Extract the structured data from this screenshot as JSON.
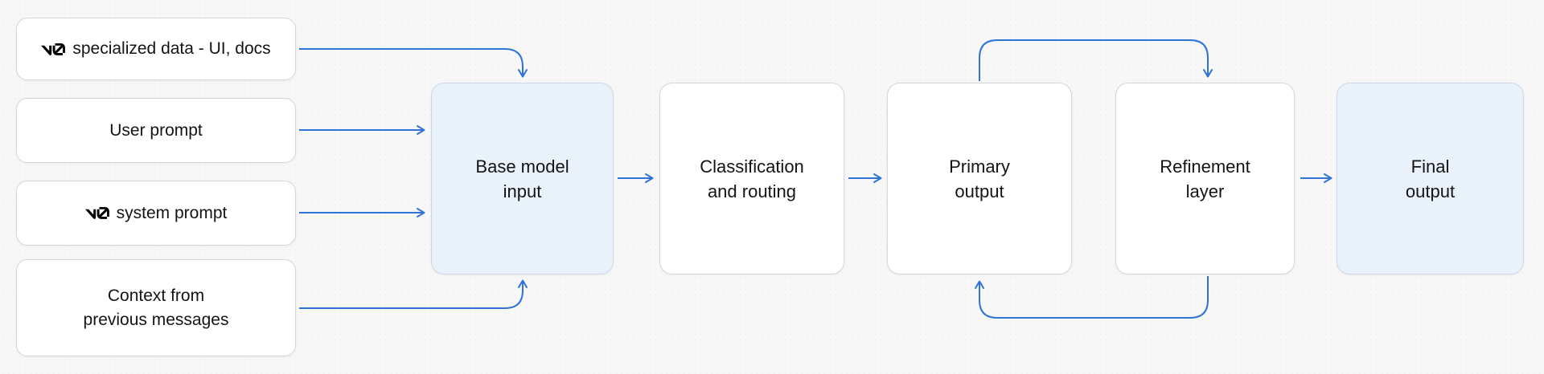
{
  "diagram": {
    "title": "v0 model pipeline flow",
    "colors": {
      "background": "#f7f7f7",
      "edge_blue": "#2f72d8",
      "node_fill": "#ffffff",
      "node_border": "#d6d6d6",
      "highlight_fill": "#e9f1fb",
      "highlight_border": "#ccd8e9",
      "text": "#141414"
    },
    "inputs": [
      {
        "id": "specialized-data",
        "icon": "v0-logo",
        "label": "specialized data - UI, docs"
      },
      {
        "id": "user-prompt",
        "icon": null,
        "label": "User prompt"
      },
      {
        "id": "system-prompt",
        "icon": "v0-logo",
        "label": "system prompt"
      },
      {
        "id": "context",
        "icon": null,
        "label": "Context from\nprevious messages"
      }
    ],
    "stages": [
      {
        "id": "base-model-input",
        "label": "Base model\ninput",
        "highlighted": true
      },
      {
        "id": "classification-routing",
        "label": "Classification\nand routing",
        "highlighted": false
      },
      {
        "id": "primary-output",
        "label": "Primary\noutput",
        "highlighted": false
      },
      {
        "id": "refinement-layer",
        "label": "Refinement\nlayer",
        "highlighted": false
      },
      {
        "id": "final-output",
        "label": "Final\noutput",
        "highlighted": true
      }
    ],
    "edges": [
      {
        "from": "specialized-data",
        "to": "base-model-input",
        "enters": "top"
      },
      {
        "from": "user-prompt",
        "to": "base-model-input",
        "enters": "left"
      },
      {
        "from": "system-prompt",
        "to": "base-model-input",
        "enters": "left"
      },
      {
        "from": "context",
        "to": "base-model-input",
        "enters": "bottom"
      },
      {
        "from": "base-model-input",
        "to": "classification-routing",
        "enters": "left"
      },
      {
        "from": "classification-routing",
        "to": "primary-output",
        "enters": "left"
      },
      {
        "from": "primary-output",
        "to": "refinement-layer",
        "enters": "top",
        "route": "loop-over"
      },
      {
        "from": "refinement-layer",
        "to": "primary-output",
        "enters": "bottom",
        "route": "loop-under"
      },
      {
        "from": "refinement-layer",
        "to": "final-output",
        "enters": "left"
      }
    ]
  }
}
